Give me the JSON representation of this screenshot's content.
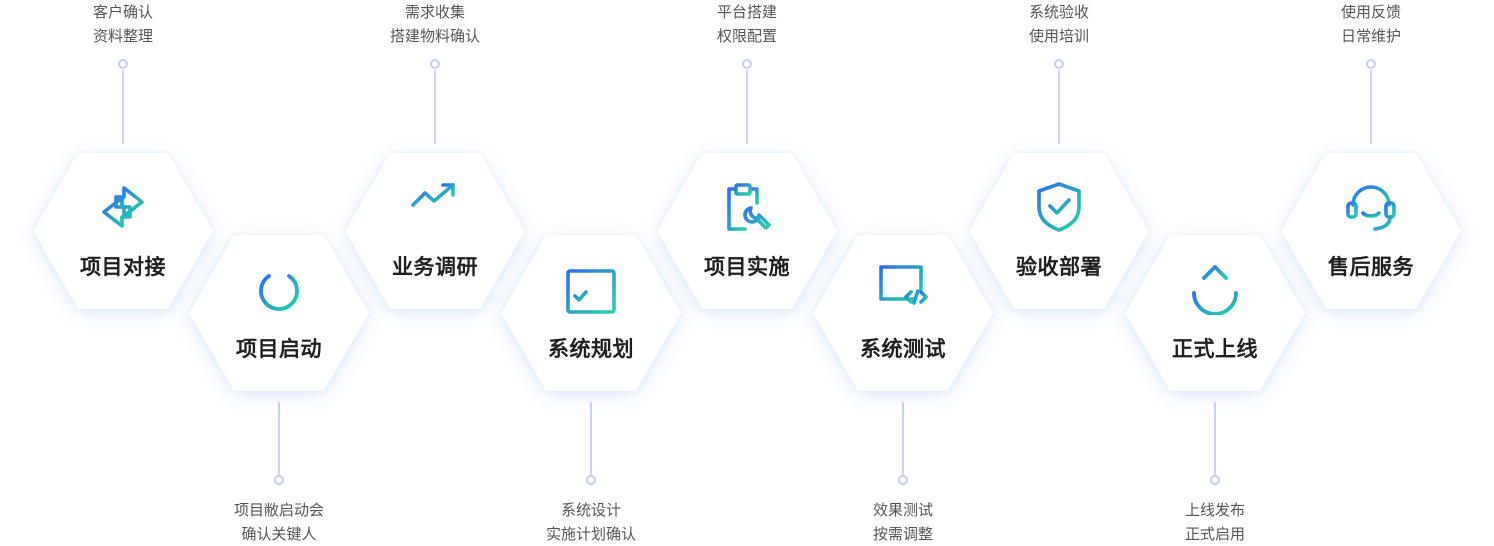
{
  "colors": {
    "gradient_start": "#2f6ff0",
    "gradient_end": "#21d3a6",
    "connector": "#c9d3ef",
    "caption_text": "#555555",
    "title_text": "#1f1f1f"
  },
  "steps": [
    {
      "title": "项目对接",
      "icon": "two-way-arrows-icon",
      "note": [
        "客户确认",
        "资料整理"
      ]
    },
    {
      "title": "项目启动",
      "icon": "power-icon",
      "note": [
        "项目敝启动会",
        "确认关键人"
      ]
    },
    {
      "title": "业务调研",
      "icon": "trend-chart-icon",
      "note": [
        "需求收集",
        "搭建物料确认"
      ]
    },
    {
      "title": "系统规划",
      "icon": "calendar-checklist-icon",
      "note": [
        "系统设计",
        "实施计划确认"
      ]
    },
    {
      "title": "项目实施",
      "icon": "clipboard-wrench-icon",
      "note": [
        "平台搭建",
        "权限配置"
      ]
    },
    {
      "title": "系统测试",
      "icon": "monitor-code-icon",
      "note": [
        "效果测试",
        "按需调整"
      ]
    },
    {
      "title": "验收部署",
      "icon": "shield-check-icon",
      "note": [
        "系统验收",
        "使用培训"
      ]
    },
    {
      "title": "正式上线",
      "icon": "upload-arrow-icon",
      "note": [
        "上线发布",
        "正式启用"
      ]
    },
    {
      "title": "售后服务",
      "icon": "headset-icon",
      "note": [
        "使用反馈",
        "日常维护"
      ]
    }
  ]
}
